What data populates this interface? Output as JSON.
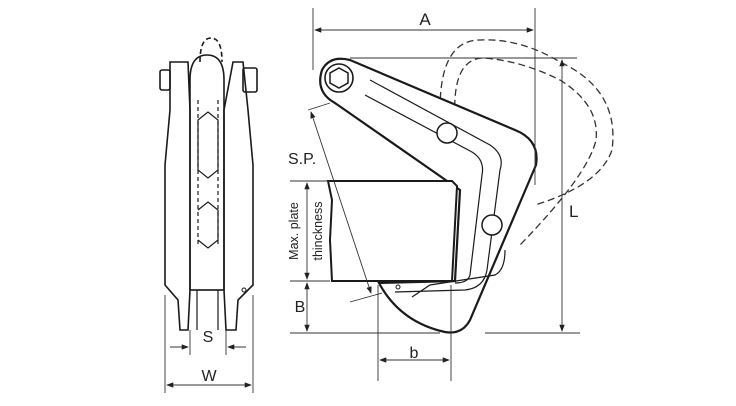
{
  "labels": {
    "A": "A",
    "SP": "S.P.",
    "L": "L",
    "max_plate_line1": "Max. plate",
    "max_plate_line2": "thinckness",
    "B": "B",
    "b": "b",
    "S": "S",
    "W": "W"
  },
  "colors": {
    "line": "#1a1a1a",
    "dim": "#333333",
    "fill": "#ffffff"
  }
}
